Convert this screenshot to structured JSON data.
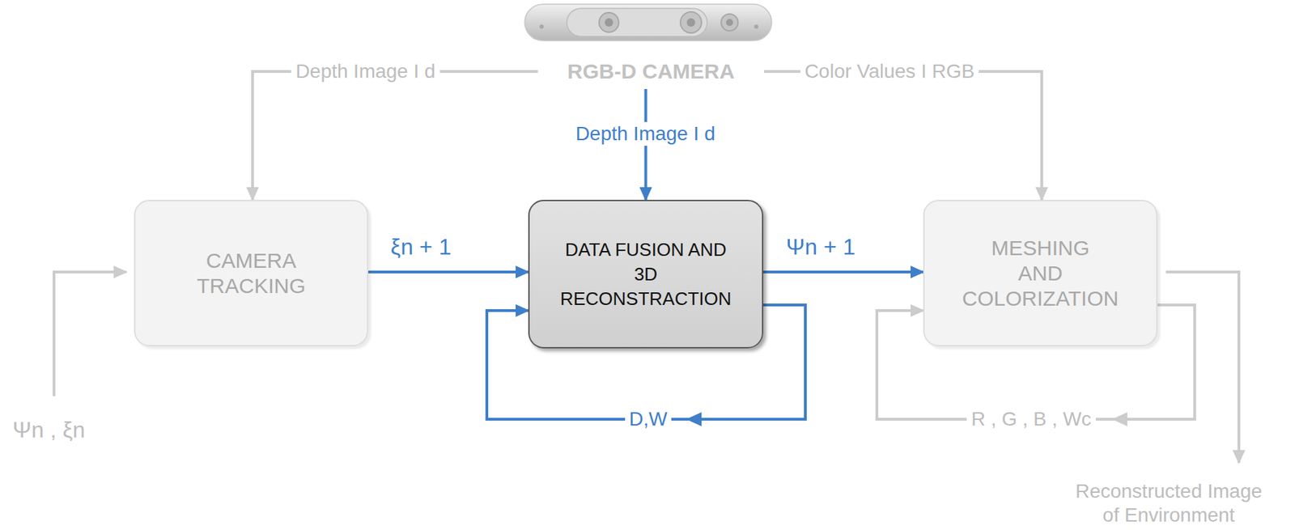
{
  "diagram": {
    "nodes": [
      {
        "text": [
          "RGB-D CAMERA"
        ]
      },
      {
        "text": [
          "CAMERA TRACKING"
        ]
      },
      {
        "text": [
          "DATA FUSION AND 3D RECONSTRACTION"
        ]
      },
      {
        "text": [
          "MESHING AND COLORIZATION"
        ]
      }
    ],
    "edges": [
      {
        "from": 0,
        "to": 1,
        "label": "Depth Image I d",
        "arrow": "to"
      },
      {
        "from": 0,
        "to": 2,
        "label": "Depth Image I d",
        "arrow": "to"
      },
      {
        "from": 0,
        "to": 3,
        "label": "Color Values I RGB",
        "arrow": "to"
      },
      {
        "from": 1,
        "to": 2,
        "label": "ξn + 1",
        "arrow": "to"
      },
      {
        "from": 2,
        "to": 3,
        "label": "Ψn + 1",
        "arrow": "to"
      },
      {
        "from": 2,
        "to": 2,
        "label": "D,W",
        "arrow": "to"
      },
      {
        "from": 3,
        "to": 3,
        "label": "R , G , B , Wc",
        "arrow": "to"
      }
    ],
    "labels": [
      "Ψn , ξn",
      "Reconstructed Image of Environment"
    ]
  }
}
